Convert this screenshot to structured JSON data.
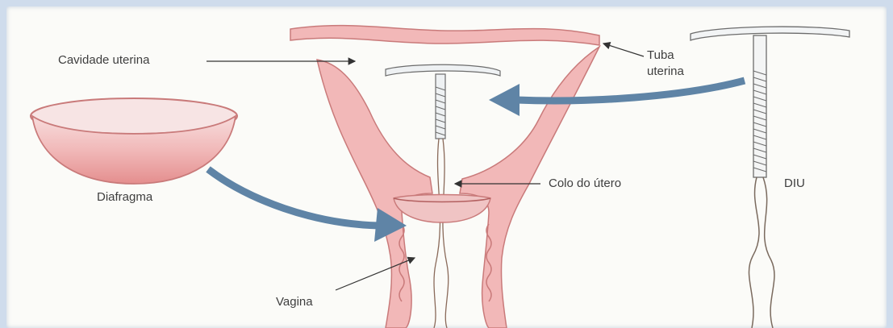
{
  "labels": {
    "cavidade_uterina": "Cavidade uterina",
    "tuba_uterina_line1": "Tuba",
    "tuba_uterina_line2": "uterina",
    "diafragma": "Diafragma",
    "colo_do_utero": "Colo do útero",
    "diu": "DIU",
    "vagina": "Vagina"
  },
  "colors": {
    "uterus_fill": "#f2b8b8",
    "uterus_stroke": "#c97a7a",
    "arrow_blue": "#5f84a6",
    "diaphragm_fill": "#f0c4c4",
    "iud_stroke": "#6c6c6c"
  }
}
